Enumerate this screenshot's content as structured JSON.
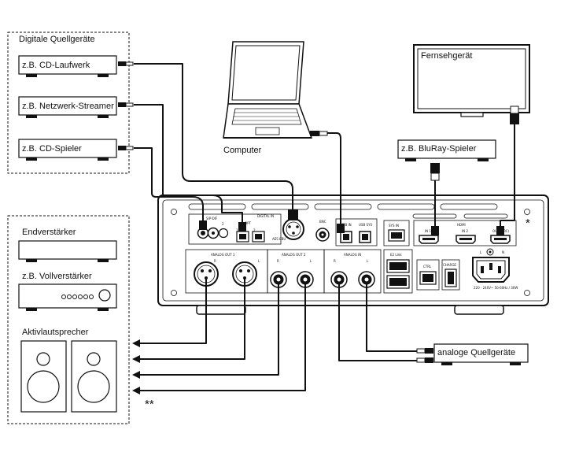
{
  "groups": {
    "digital_sources": "Digitale Quellgeräte"
  },
  "devices": {
    "cd_laufwerk": "z.B. CD-Laufwerk",
    "streamer": "z.B. Netzwerk-Streamer",
    "cd_spieler": "z.B. CD-Spieler",
    "computer": "Computer",
    "tv": "Fernsehgerät",
    "bluray": "z.B. BluRay-Spieler",
    "endverstaerker": "Endverstärker",
    "vollverstaerker": "z.B. Vollverstärker",
    "aktiv": "Aktivlautsprecher",
    "analog_sources": "analoge Quellgeräte"
  },
  "notes": {
    "star": "*",
    "double_star": "**"
  },
  "panel": {
    "spdif": "S/P-DIF",
    "digital_in": "DIGITAL IN",
    "opt": "OPT",
    "aes_ebu": "AES EBU",
    "bnc": "BNC",
    "usb_in": "USB IN",
    "usb_sys": "USB SYS",
    "sys_in": "SYS IN",
    "hdmi": "HDMI",
    "in1": "IN 1",
    "in2": "IN 2",
    "out_arc": "OUT (ARC)",
    "analog_out_1": "ANALOG OUT 1",
    "analog_out_2": "ANALOG OUT 2",
    "analog_in": "ANALOG IN",
    "r": "R",
    "l": "L",
    "ctrl": "CTRL",
    "charge": "CHARGE",
    "mains_l": "L",
    "mains_n": "N",
    "mains_spec": "220 - 240V~ 50-60Hz / 30W",
    "n1": "1",
    "n2": "2",
    "e2_link": "E2 Link"
  }
}
